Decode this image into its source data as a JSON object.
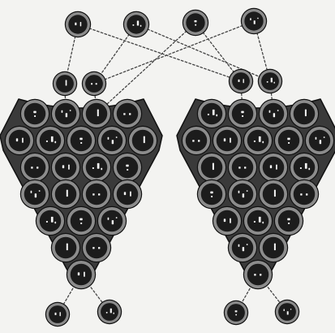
{
  "diagram": {
    "palette": {
      "background": "#f3f3f1",
      "node_fill": "#2a2a2a",
      "node_rim": "#8c8c8c",
      "node_outline": "#111111",
      "cell_fill": "#1c1c1c",
      "shield_fill": "#3a3a3a",
      "connector": "#444444",
      "mark": "#f5f5f5"
    },
    "cluster_row_sizes": [
      4,
      5,
      4,
      4,
      3,
      2,
      1
    ],
    "node_icon": "circular-token-with-white-pips",
    "link_style": "dotted",
    "top_node_count": 4,
    "bottom_node_count": 4
  }
}
